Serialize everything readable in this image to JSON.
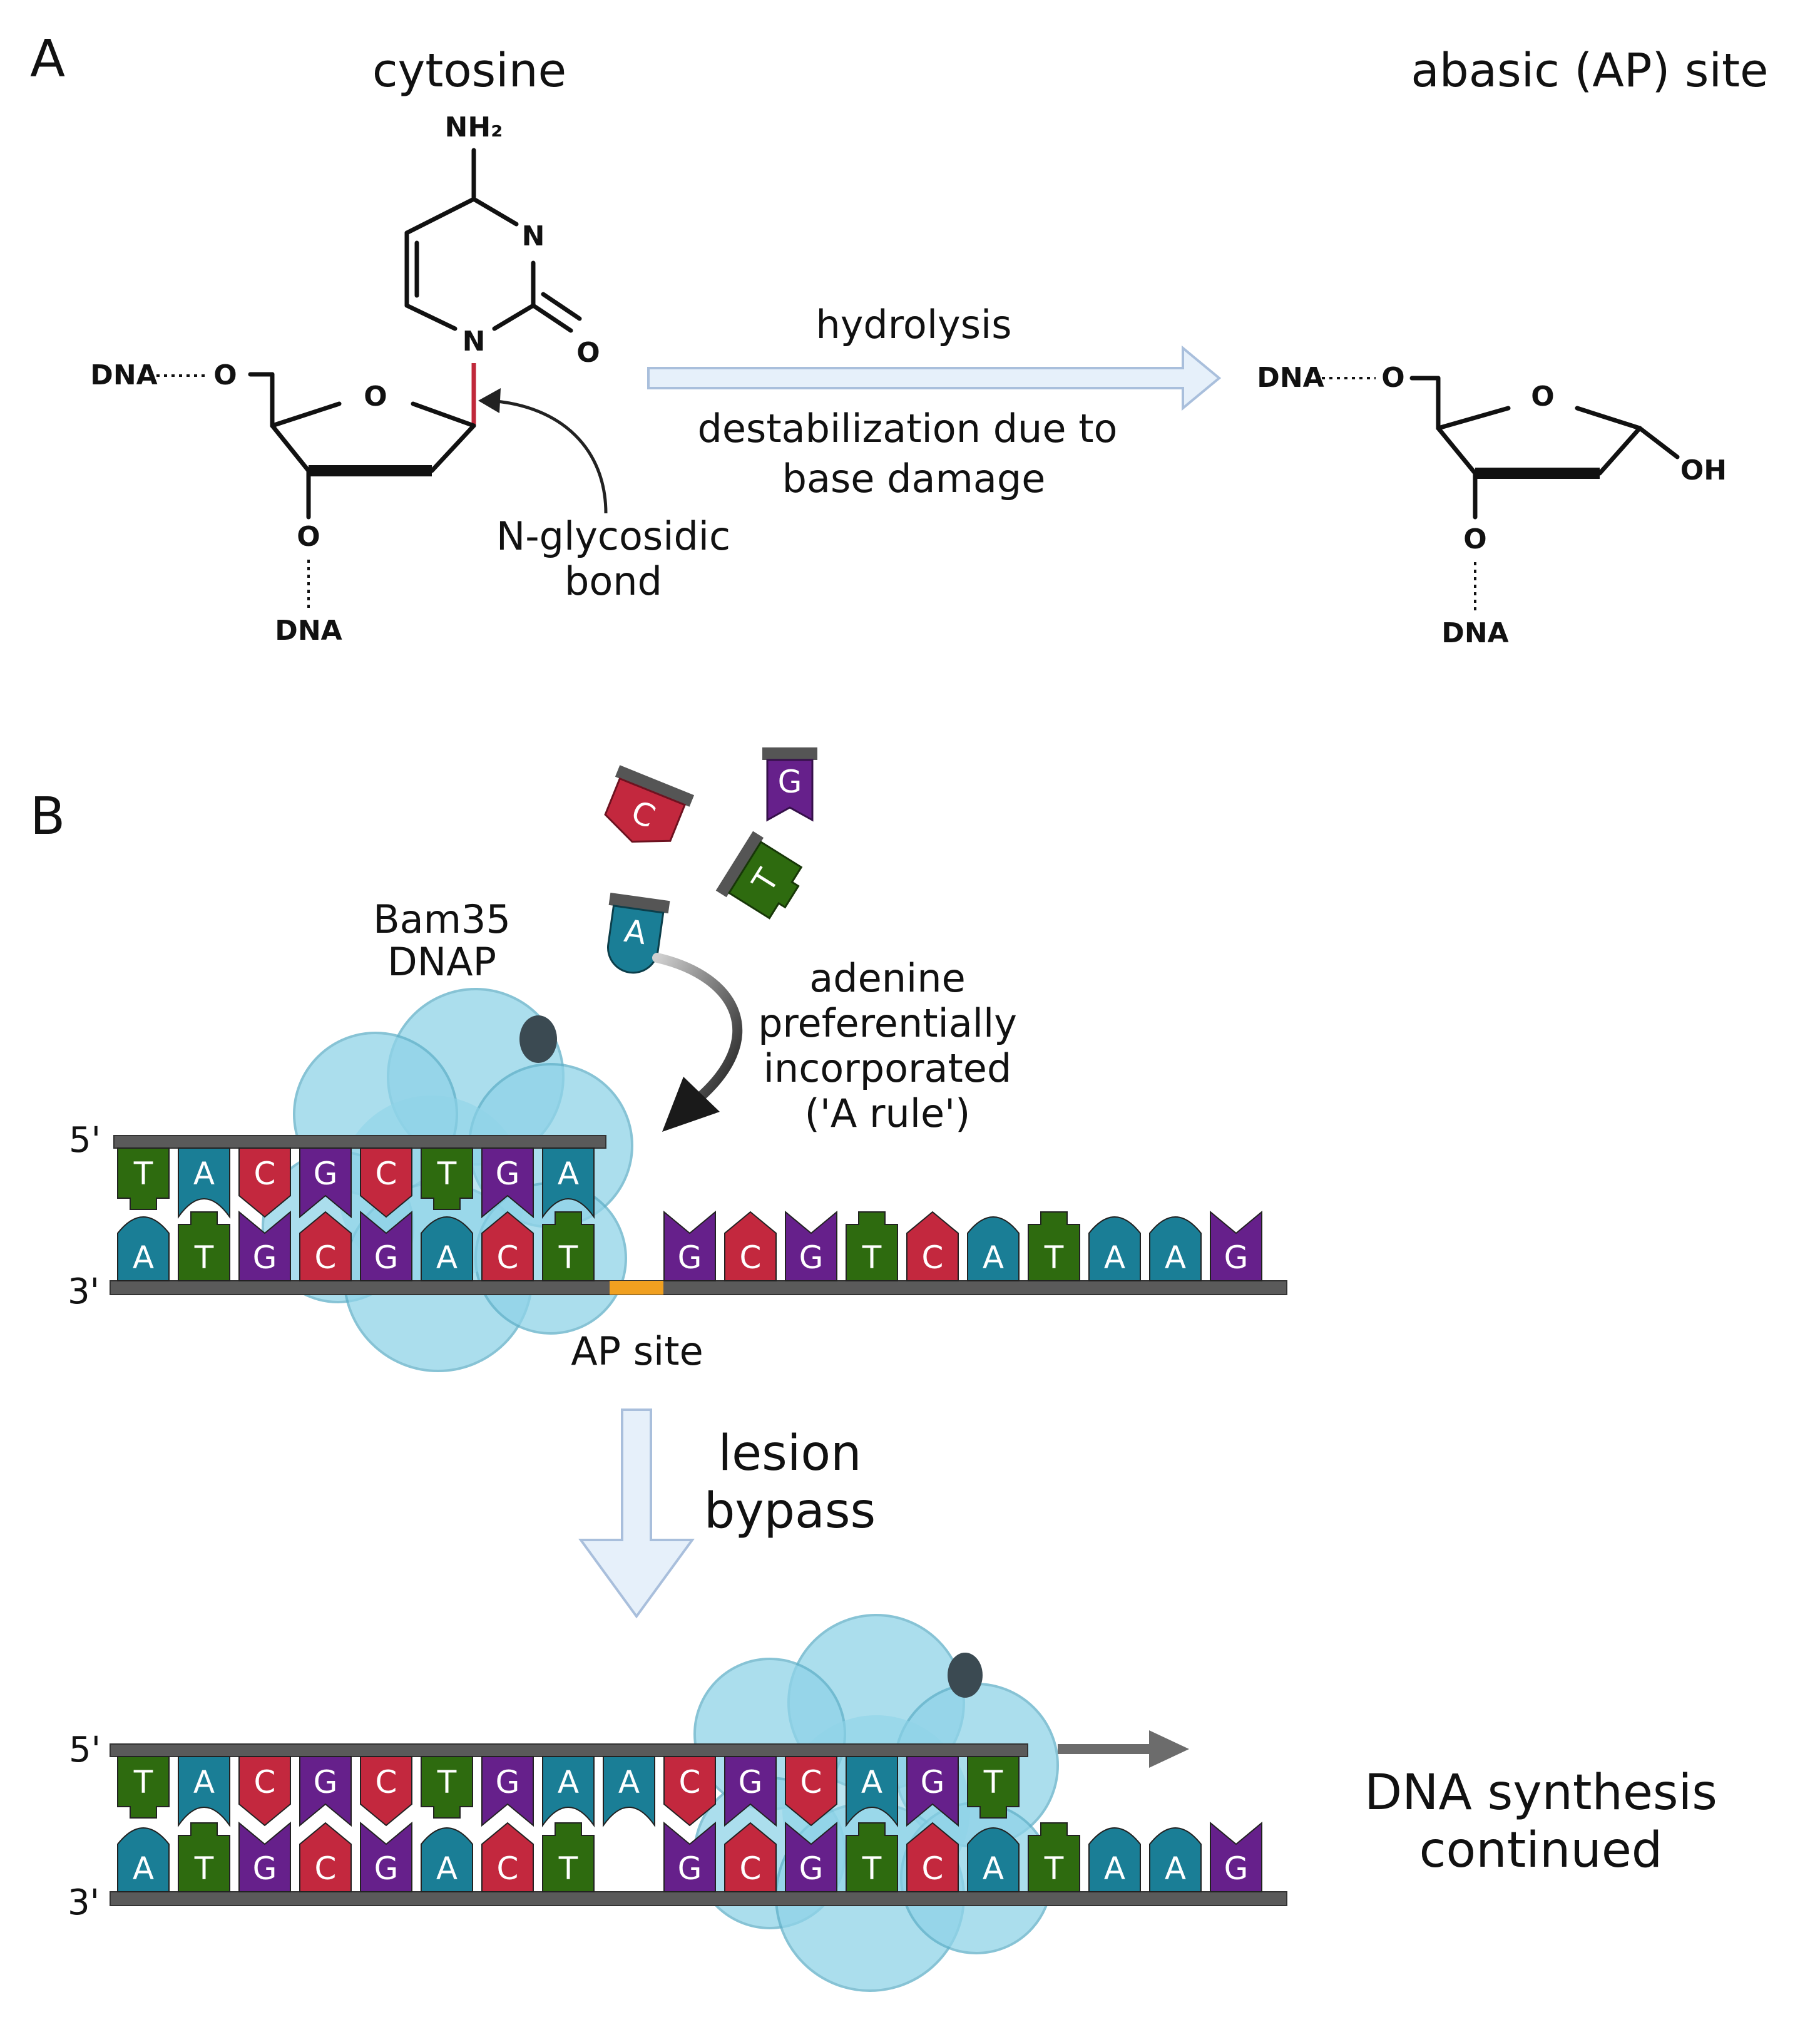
{
  "panels": {
    "a": "A",
    "b": "B"
  },
  "panel_a": {
    "left_title": "cytosine",
    "right_title": "abasic (AP) site",
    "atoms": {
      "nh2": "NH₂",
      "n": "N",
      "o": "O",
      "dna": "DNA",
      "oh": "OH"
    },
    "bond_label": [
      "N-glycosidic",
      "bond"
    ],
    "arrow_top": "hydrolysis",
    "arrow_bottom": [
      "destabilization due to",
      "base damage"
    ]
  },
  "panel_b": {
    "polymerase": [
      "Bam35",
      "DNAP"
    ],
    "incorporation": [
      "adenine",
      "preferentially",
      "incorporated",
      "('A rule')"
    ],
    "ap_site": "AP site",
    "bypass": [
      "lesion",
      "bypass"
    ],
    "continued": [
      "DNA synthesis",
      "continued"
    ],
    "ends": {
      "five_prime": "5'",
      "three_prime": "3'"
    },
    "free_nucleotides": [
      "C",
      "G",
      "T",
      "A"
    ],
    "strand1_top": [
      "T",
      "A",
      "C",
      "G",
      "C",
      "T",
      "G",
      "A"
    ],
    "strand1_bottom": [
      "A",
      "T",
      "G",
      "C",
      "G",
      "A",
      "C",
      "T",
      "",
      "G",
      "C",
      "G",
      "T",
      "C",
      "A",
      "T",
      "A",
      "A",
      "G"
    ],
    "strand2_top": [
      "T",
      "A",
      "C",
      "G",
      "C",
      "T",
      "G",
      "A",
      "A",
      "C",
      "G",
      "C",
      "A",
      "G",
      "T"
    ],
    "strand2_bottom": [
      "A",
      "T",
      "G",
      "C",
      "G",
      "A",
      "C",
      "T",
      "",
      "G",
      "C",
      "G",
      "T",
      "C",
      "A",
      "T",
      "A",
      "A",
      "G"
    ]
  },
  "colors": {
    "A": "#1a7e96",
    "T": "#2e6b0f",
    "C": "#c3283e",
    "G": "#66208b",
    "backbone": "#5a5a5a",
    "ap_site": "#f0a020",
    "protein": "#8fd3e8",
    "arrow_fill": "#e6f0fa",
    "arrow_stroke": "#a9bfdc",
    "red_bond": "#c0283a"
  }
}
